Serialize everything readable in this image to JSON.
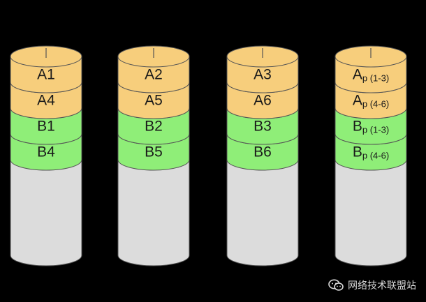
{
  "colors": {
    "background": "#000000",
    "a_fill": "#f7ce7c",
    "b_fill": "#8fee78",
    "empty_fill": "#dcdcdc",
    "outline": "#555555"
  },
  "disks": [
    {
      "blocks": [
        {
          "main": "A1",
          "sub": "",
          "type": "a"
        },
        {
          "main": "A4",
          "sub": "",
          "type": "a"
        },
        {
          "main": "B1",
          "sub": "",
          "type": "b"
        },
        {
          "main": "B4",
          "sub": "",
          "type": "b"
        }
      ]
    },
    {
      "blocks": [
        {
          "main": "A2",
          "sub": "",
          "type": "a"
        },
        {
          "main": "A5",
          "sub": "",
          "type": "a"
        },
        {
          "main": "B2",
          "sub": "",
          "type": "b"
        },
        {
          "main": "B5",
          "sub": "",
          "type": "b"
        }
      ]
    },
    {
      "blocks": [
        {
          "main": "A3",
          "sub": "",
          "type": "a"
        },
        {
          "main": "A6",
          "sub": "",
          "type": "a"
        },
        {
          "main": "B3",
          "sub": "",
          "type": "b"
        },
        {
          "main": "B6",
          "sub": "",
          "type": "b"
        }
      ]
    },
    {
      "blocks": [
        {
          "main": "A",
          "sub": "p (1-3)",
          "type": "a"
        },
        {
          "main": "A",
          "sub": "p (4-6)",
          "type": "a"
        },
        {
          "main": "B",
          "sub": "p (1-3)",
          "type": "b"
        },
        {
          "main": "B",
          "sub": "p (4-6)",
          "type": "b"
        }
      ]
    }
  ],
  "watermark": {
    "text": "网络技术联盟站",
    "icon": "wechat-icon"
  }
}
